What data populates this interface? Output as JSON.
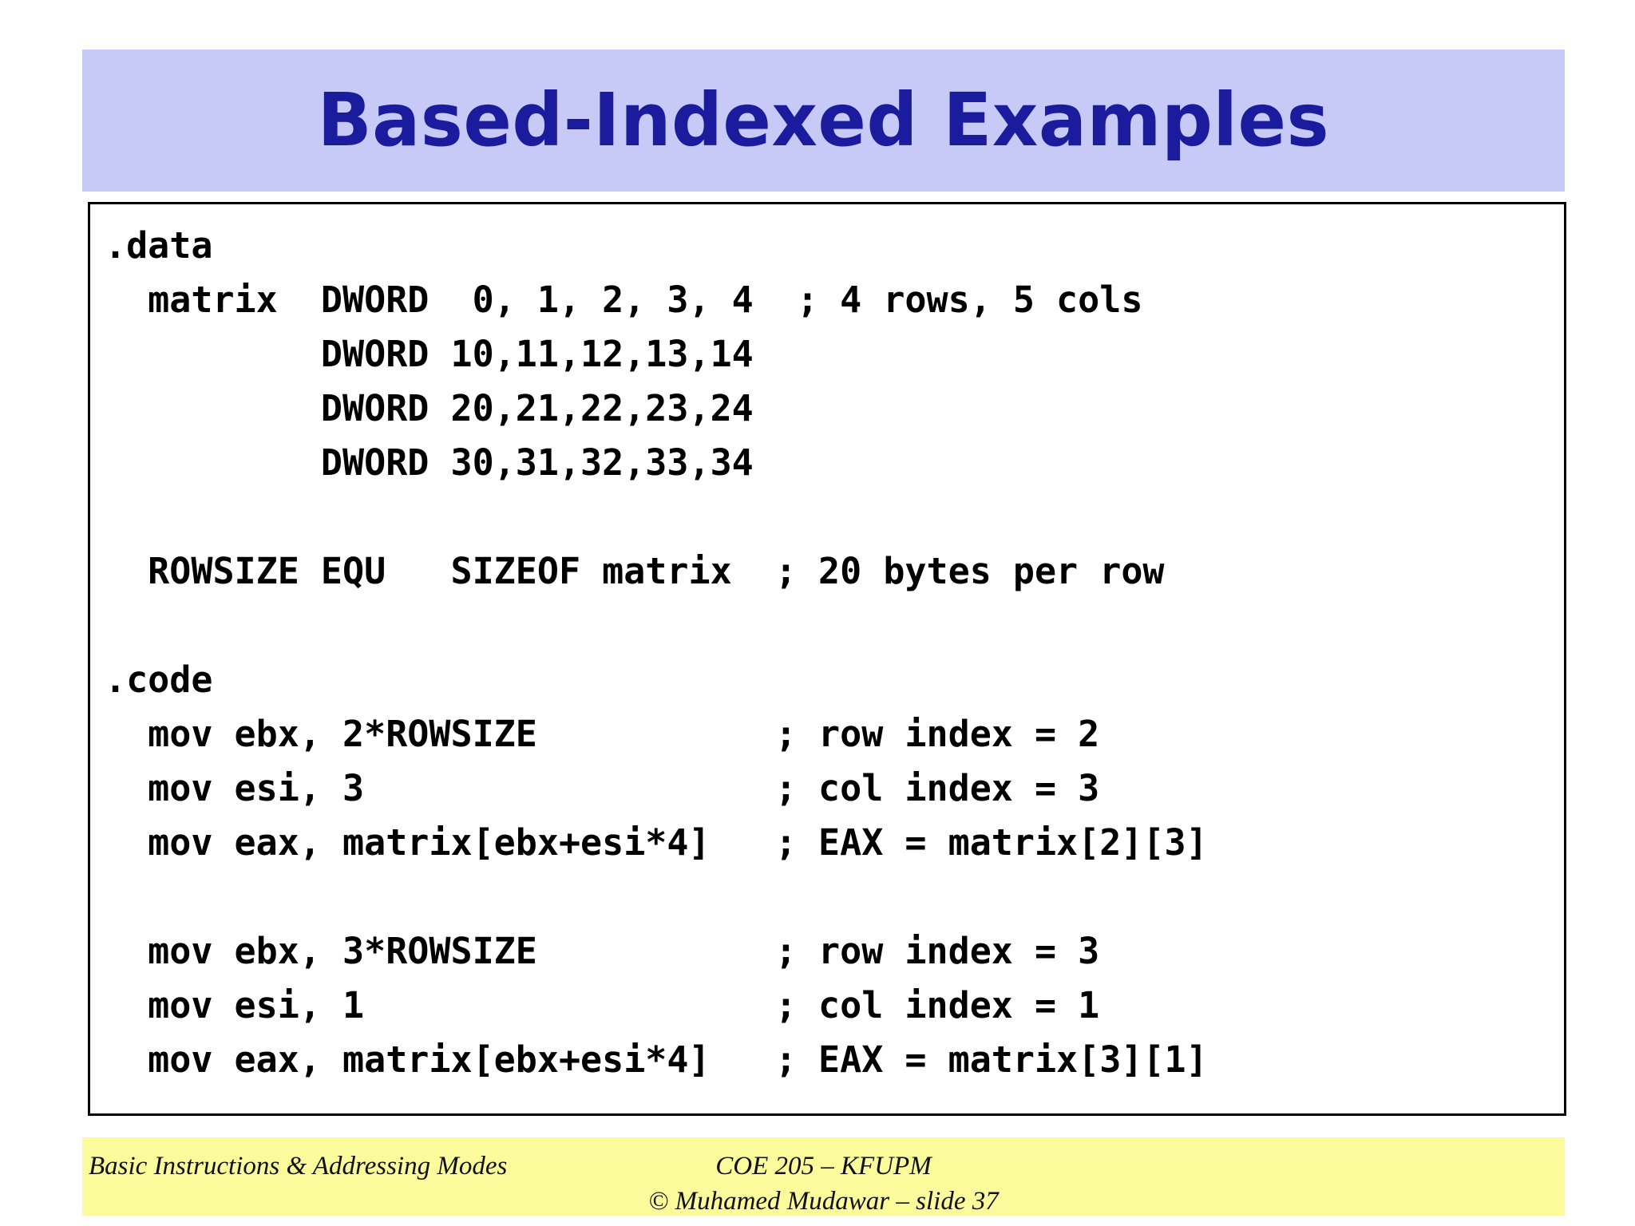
{
  "slide": {
    "title": "Based-Indexed Examples",
    "colors": {
      "title_band_bg": "#c7c9f7",
      "title_text": "#1b1b9e",
      "panel_border": "#000000",
      "panel_bg": "#ffffff",
      "footer_bg": "#fcfb9b",
      "code_text": "#000000"
    }
  },
  "code": {
    "lines": [
      ".data",
      "  matrix  DWORD  0, 1, 2, 3, 4  ; 4 rows, 5 cols",
      "          DWORD 10,11,12,13,14",
      "          DWORD 20,21,22,23,24",
      "          DWORD 30,31,32,33,34",
      "",
      "  ROWSIZE EQU   SIZEOF matrix  ; 20 bytes per row",
      "",
      ".code",
      "  mov ebx, 2*ROWSIZE           ; row index = 2",
      "  mov esi, 3                   ; col index = 3",
      "  mov eax, matrix[ebx+esi*4]   ; EAX = matrix[2][3]",
      "",
      "  mov ebx, 3*ROWSIZE           ; row index = 3",
      "  mov esi, 1                   ; col index = 1",
      "  mov eax, matrix[ebx+esi*4]   ; EAX = matrix[3][1]"
    ]
  },
  "footer": {
    "left": "Basic Instructions & Addressing Modes",
    "center_line1": "COE 205 – KFUPM",
    "center_line2": "© Muhamed Mudawar – slide 37"
  }
}
